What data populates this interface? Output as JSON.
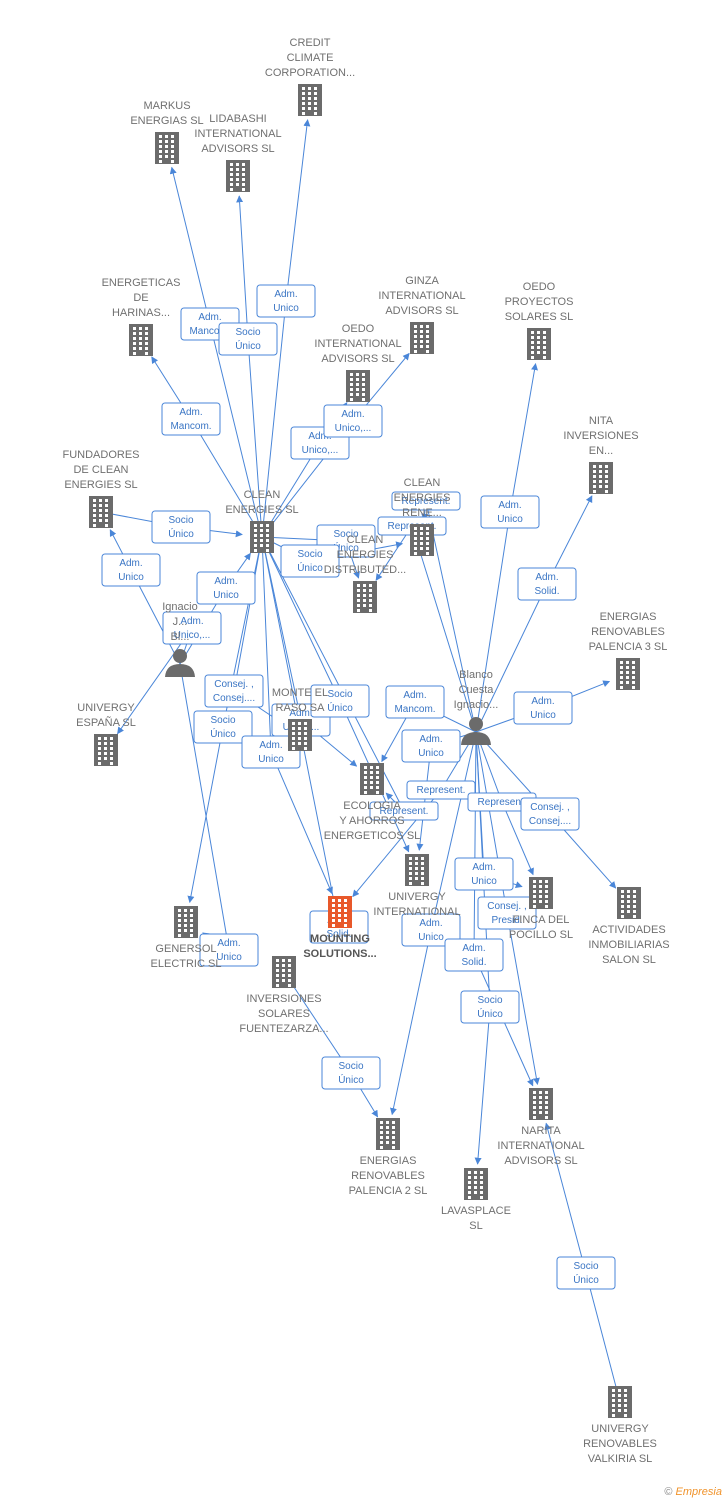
{
  "nodes": [
    {
      "id": "credit",
      "type": "company",
      "label": [
        "CREDIT",
        "CLIMATE",
        "CORPORATION..."
      ]
    },
    {
      "id": "markus",
      "type": "company",
      "label": [
        "MARKUS",
        "ENERGIAS SL"
      ]
    },
    {
      "id": "lidabashi",
      "type": "company",
      "label": [
        "LIDABASHI",
        "INTERNATIONAL",
        "ADVISORS SL"
      ]
    },
    {
      "id": "harinas",
      "type": "company",
      "label": [
        "ENERGETICAS",
        "DE",
        "HARINAS..."
      ]
    },
    {
      "id": "ginza",
      "type": "company",
      "label": [
        "GINZA",
        "INTERNATIONAL",
        "ADVISORS SL"
      ]
    },
    {
      "id": "oedo_proy",
      "type": "company",
      "label": [
        "OEDO",
        "PROYECTOS",
        "SOLARES SL"
      ]
    },
    {
      "id": "oedo_int",
      "type": "company",
      "label": [
        "OEDO",
        "INTERNATIONAL",
        "ADVISORS SL"
      ]
    },
    {
      "id": "nita",
      "type": "company",
      "label": [
        "NITA",
        "INVERSIONES",
        "EN..."
      ]
    },
    {
      "id": "fundadores",
      "type": "company",
      "label": [
        "FUNDADORES",
        "DE CLEAN",
        "ENERGIES SL"
      ]
    },
    {
      "id": "clean",
      "type": "company",
      "label": [
        "CLEAN",
        "ENERGIES SL"
      ]
    },
    {
      "id": "clean_ren",
      "type": "company",
      "label": [
        "CLEAN",
        "ENERGIES",
        "RENE..."
      ]
    },
    {
      "id": "distributed",
      "type": "company",
      "label": [
        "CLEAN",
        "ENERGIES",
        "DISTRIBUTED..."
      ]
    },
    {
      "id": "ignacio",
      "type": "person",
      "label": [
        "Ignacio",
        "J...",
        "Bl..."
      ]
    },
    {
      "id": "blanco",
      "type": "person",
      "label": [
        "Blanco",
        "Cuesta",
        "Ignacio..."
      ]
    },
    {
      "id": "energias3",
      "type": "company",
      "label": [
        "ENERGIAS",
        "RENOVABLES",
        "PALENCIA 3 SL"
      ]
    },
    {
      "id": "univergy_es",
      "type": "company",
      "label": [
        "UNIVERGY",
        "ESPAÑA SL"
      ]
    },
    {
      "id": "monte",
      "type": "company",
      "label": [
        "MONTE EL",
        "RASO SA"
      ]
    },
    {
      "id": "ecol",
      "type": "company",
      "label": [
        "ECOLOGIA",
        "Y AHORROS",
        "ENERGETICOS SL"
      ]
    },
    {
      "id": "univergy_int",
      "type": "company",
      "label": [
        "UNIVERGY",
        "INTERNATIONAL"
      ]
    },
    {
      "id": "pocillo",
      "type": "company",
      "label": [
        "FINCA DEL",
        "POCILLO SL"
      ]
    },
    {
      "id": "actividades",
      "type": "company",
      "label": [
        "ACTIVIDADES",
        "INMOBILIARIAS",
        "SALON SL"
      ]
    },
    {
      "id": "mounting",
      "type": "main",
      "label": [
        "MOUNTING",
        "SOLUTIONS..."
      ]
    },
    {
      "id": "generso",
      "type": "company",
      "label": [
        "GENERSOL",
        "ELECTRIC SL"
      ]
    },
    {
      "id": "fuentezarza",
      "type": "company",
      "label": [
        "INVERSIONES",
        "SOLARES",
        "FUENTEZARZA..."
      ]
    },
    {
      "id": "energias2",
      "type": "company",
      "label": [
        "ENERGIAS",
        "RENOVABLES",
        "PALENCIA 2 SL"
      ]
    },
    {
      "id": "lavasplace",
      "type": "company",
      "label": [
        "LAVASPLACE",
        "SL"
      ]
    },
    {
      "id": "narita",
      "type": "company",
      "label": [
        "NARITA",
        "INTERNATIONAL",
        "ADVISORS SL"
      ]
    },
    {
      "id": "valkiria",
      "type": "company",
      "label": [
        "UNIVERGY",
        "RENOVABLES",
        "VALKIRIA SL"
      ]
    }
  ],
  "edges": [
    {
      "from": "clean",
      "to": "credit",
      "label": [
        "Adm.",
        "Unico"
      ]
    },
    {
      "from": "clean",
      "to": "markus",
      "label": [
        "Adm.",
        "Mancom."
      ]
    },
    {
      "from": "clean",
      "to": "lidabashi",
      "label": [
        "Socio",
        "Único"
      ]
    },
    {
      "from": "clean",
      "to": "harinas",
      "label": [
        "Adm.",
        "Mancom."
      ]
    },
    {
      "from": "clean",
      "to": "oedo_int",
      "label": [
        "Adm.",
        "Unico,..."
      ]
    },
    {
      "from": "clean",
      "to": "ginza",
      "label": [
        "Adm.",
        "Unico,..."
      ]
    },
    {
      "from": "fundadores",
      "to": "clean",
      "label": [
        "Socio",
        "Único"
      ]
    },
    {
      "from": "ignacio",
      "to": "fundadores",
      "label": [
        "Adm.",
        "Unico"
      ]
    },
    {
      "from": "ignacio",
      "to": "clean",
      "label": [
        "Adm.",
        "Unico"
      ]
    },
    {
      "from": "ignacio",
      "to": "univergy_es",
      "label": [
        "Adm.",
        "Unico,..."
      ]
    },
    {
      "from": "clean",
      "to": "distributed",
      "label": [
        "Socio",
        "Único"
      ]
    },
    {
      "from": "clean",
      "to": "clean_ren",
      "label": [
        "Socio",
        "Único"
      ]
    },
    {
      "from": "clean",
      "to": "generso",
      "label": [
        "Socio",
        "Único"
      ]
    },
    {
      "from": "clean",
      "to": "monte",
      "label": [
        "Consej. ,",
        "Consej...."
      ]
    },
    {
      "from": "clean",
      "to": "mounting",
      "label": [
        "Adm.",
        "Unico"
      ]
    },
    {
      "from": "clean",
      "to": "ecol",
      "label": [
        "Adm.",
        "Unico,..."
      ]
    },
    {
      "from": "clean",
      "to": "univergy_int",
      "label": [
        "Socio",
        "Único"
      ]
    },
    {
      "from": "blanco",
      "to": "clean_ren",
      "label": [
        "Represent."
      ]
    },
    {
      "from": "blanco",
      "to": "oedo_proy",
      "label": [
        "Adm.",
        "Unico"
      ]
    },
    {
      "from": "blanco",
      "to": "nita",
      "label": [
        "Adm.",
        "Solid."
      ]
    },
    {
      "from": "blanco",
      "to": "energias3",
      "label": [
        "Adm.",
        "Unico"
      ]
    },
    {
      "from": "blanco",
      "to": "distributed",
      "label": [
        "Represent."
      ]
    },
    {
      "from": "blanco",
      "to": "ecol",
      "label": [
        "Adm.",
        "Mancom."
      ]
    },
    {
      "from": "blanco",
      "to": "univergy_int",
      "label": [
        "Adm.",
        "Unico"
      ]
    },
    {
      "from": "blanco",
      "to": "mounting",
      "label": [
        "Represent."
      ]
    },
    {
      "from": "blanco",
      "to": "pocillo",
      "label": [
        "Represent."
      ]
    },
    {
      "from": "blanco",
      "to": "actividades",
      "label": [
        "Consej. ,",
        "Consej...."
      ]
    },
    {
      "from": "blanco",
      "to": "pocillo",
      "label": [
        "Adm.",
        "Unico"
      ]
    },
    {
      "from": "blanco",
      "to": "narita",
      "label": [
        "Consej. ,",
        "Presid."
      ]
    },
    {
      "from": "blanco",
      "to": "energias2",
      "label": [
        "Adm.",
        "Unico"
      ]
    },
    {
      "from": "blanco",
      "to": "narita",
      "label": [
        "Adm.",
        "Solid."
      ]
    },
    {
      "from": "blanco",
      "to": "lavasplace",
      "label": [
        "Socio",
        "Único"
      ]
    },
    {
      "from": "ignacio",
      "to": "generso",
      "label": [
        "Adm.",
        "Unico"
      ]
    },
    {
      "from": "fuentezarza",
      "to": "energias2",
      "label": [
        "Socio",
        "Único"
      ]
    },
    {
      "from": "valkiria",
      "to": "narita",
      "label": [
        "Socio",
        "Único"
      ]
    },
    {
      "from": "clean",
      "to": "mounting",
      "label": [
        "Adm.",
        "Solid."
      ]
    },
    {
      "from": "clean",
      "to": "ecol",
      "label": [
        "Represent."
      ]
    }
  ],
  "footer": {
    "copyright": "©",
    "brand": "Empresia"
  },
  "colors": {
    "edge": "#4a86d8",
    "node": "#707070",
    "main": "#e8582a"
  }
}
